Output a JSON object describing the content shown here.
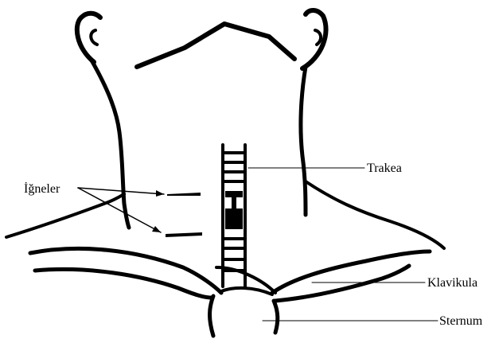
{
  "diagram": {
    "labels": {
      "needles": "İğneler",
      "trachea": "Trakea",
      "clavicle": "Klavikula",
      "sternum": "Sternum"
    },
    "colors": {
      "ink": "#000000",
      "background": "#ffffff"
    }
  }
}
